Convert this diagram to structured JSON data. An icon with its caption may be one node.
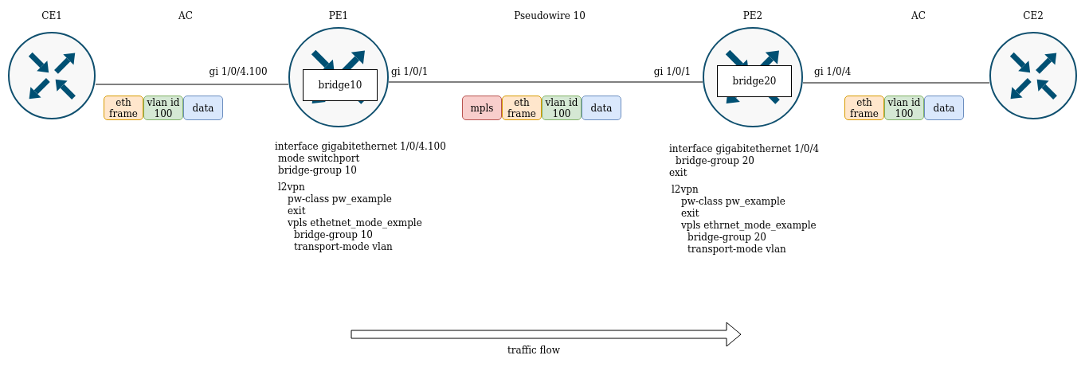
{
  "diagram": {
    "nodes": [
      {
        "text": [
          "CE1"
        ]
      },
      {
        "text": [
          "PE1"
        ],
        "beside": [
          "interface gigabitethernet 1/0/4.100",
          "mode switchport",
          "bridge-group 10",
          "l2vpn",
          "pw-class pw_example",
          "exit",
          "vpls ethetnet_mode_exmple",
          "bridge-group 10",
          "transport-mode vlan"
        ]
      },
      {
        "text": [
          "bridge10"
        ],
        "in": 1
      },
      {
        "text": [
          "PE2"
        ],
        "beside": [
          "interface gigabitethernet 1/0/4",
          "bridge-group 20",
          "exit",
          "l2vpn",
          "pw-class pw_example",
          "exit",
          "vpls ethrnet_mode_example",
          "bridge-group 20",
          "transport-mode vlan"
        ]
      },
      {
        "text": [
          "bridge20"
        ],
        "in": 3
      },
      {
        "text": [
          "CE2"
        ]
      },
      {
        "text": [
          "eth frame"
        ]
      },
      {
        "text": [
          "vlan id 100"
        ]
      },
      {
        "text": [
          "data"
        ]
      },
      {
        "text": [
          "mpls"
        ]
      },
      {
        "text": [
          "eth frame"
        ]
      },
      {
        "text": [
          "vlan id 100"
        ]
      },
      {
        "text": [
          "data"
        ]
      },
      {
        "text": [
          "eth frame"
        ]
      },
      {
        "text": [
          "vlan id 100"
        ]
      },
      {
        "text": [
          "data"
        ]
      }
    ],
    "edges": [
      {
        "from": 0,
        "to": 1,
        "arrow": "none"
      },
      {
        "from": 1,
        "to": 3,
        "arrow": "none"
      },
      {
        "from": 3,
        "to": 5,
        "arrow": "none"
      }
    ],
    "labels": [
      "AC",
      "Pseudowire 10",
      "AC",
      "gi 1/0/4.100",
      "gi 1/0/1",
      "gi 1/0/1",
      "gi 1/0/4",
      "traffic flow"
    ]
  }
}
